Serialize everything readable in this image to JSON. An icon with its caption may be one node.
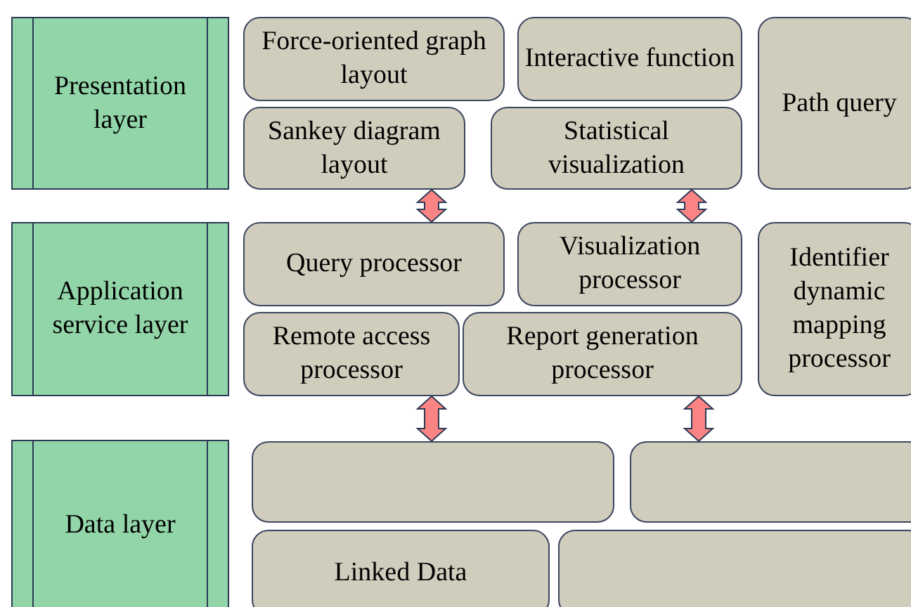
{
  "diagram": {
    "nodes": [
      {
        "text": [
          "Presentation layer"
        ]
      },
      {
        "text": [
          "Application service layer"
        ]
      },
      {
        "text": [
          "Data layer"
        ]
      },
      {
        "text": [
          "Force-oriented graph layout"
        ]
      },
      {
        "text": [
          "Interactive function"
        ]
      },
      {
        "text": [
          "Path query"
        ]
      },
      {
        "text": [
          "Sankey diagram layout"
        ]
      },
      {
        "text": [
          "Statistical visualization"
        ]
      },
      {
        "text": [
          "Query processor"
        ]
      },
      {
        "text": [
          "Visualization processor"
        ]
      },
      {
        "text": [
          "Identifier dynamic mapping processor"
        ]
      },
      {
        "text": [
          "Remote access processor"
        ]
      },
      {
        "text": [
          "Report generation processor"
        ]
      },
      {
        "text": [],
        "shape": "box"
      },
      {
        "text": [],
        "shape": "box"
      },
      {
        "text": [
          "Linked Data"
        ]
      },
      {
        "text": [],
        "shape": "box"
      }
    ],
    "edges": [
      {
        "from": 6,
        "to": 8,
        "arrow": "both"
      },
      {
        "from": 7,
        "to": 9,
        "arrow": "both"
      },
      {
        "from": 11,
        "to": 13,
        "arrow": "both"
      },
      {
        "from": 12,
        "to": 14,
        "arrow": "both"
      }
    ]
  }
}
